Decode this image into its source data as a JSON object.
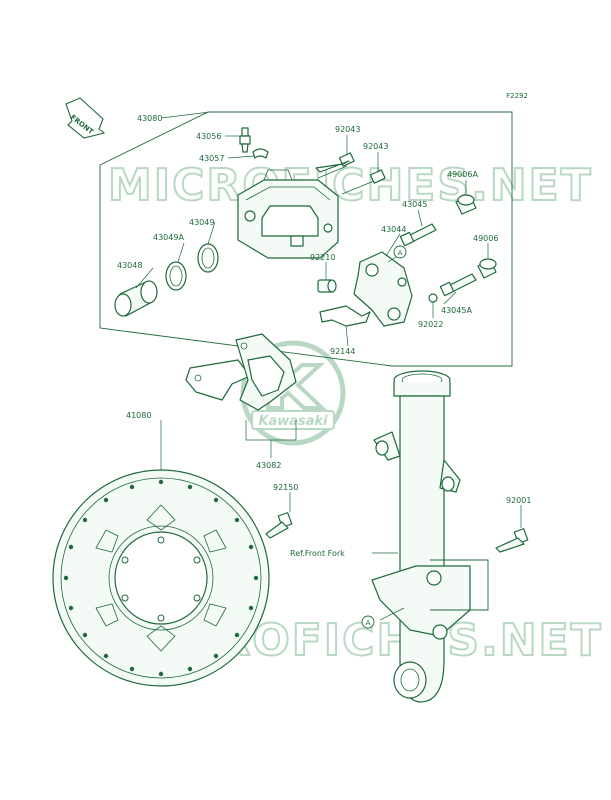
{
  "diagram": {
    "code": "F2292",
    "front_label": "FRONT",
    "ref_label": "Ref.Front Fork",
    "watermark": "MICROFICHES.NET",
    "logo_text": "Kawasaki",
    "colors": {
      "line": "#1e6a3a",
      "watermark": "#b9d8c4",
      "fill": "#f4faf6"
    },
    "callouts": {
      "A1": "A",
      "A2": "A",
      "p43080": "43080",
      "p43056": "43056",
      "p43057": "43057",
      "p92043a": "92043",
      "p92043b": "92043",
      "p49006A": "49006A",
      "p43049": "43049",
      "p43049A": "43049A",
      "p43045": "43045",
      "p43044": "43044",
      "p49006": "49006",
      "p43048": "43048",
      "p92210": "92210",
      "p43045A": "43045A",
      "p92022": "92022",
      "p92144": "92144",
      "p41080": "41080",
      "p43082": "43082",
      "p92150": "92150",
      "p92001": "92001"
    }
  }
}
